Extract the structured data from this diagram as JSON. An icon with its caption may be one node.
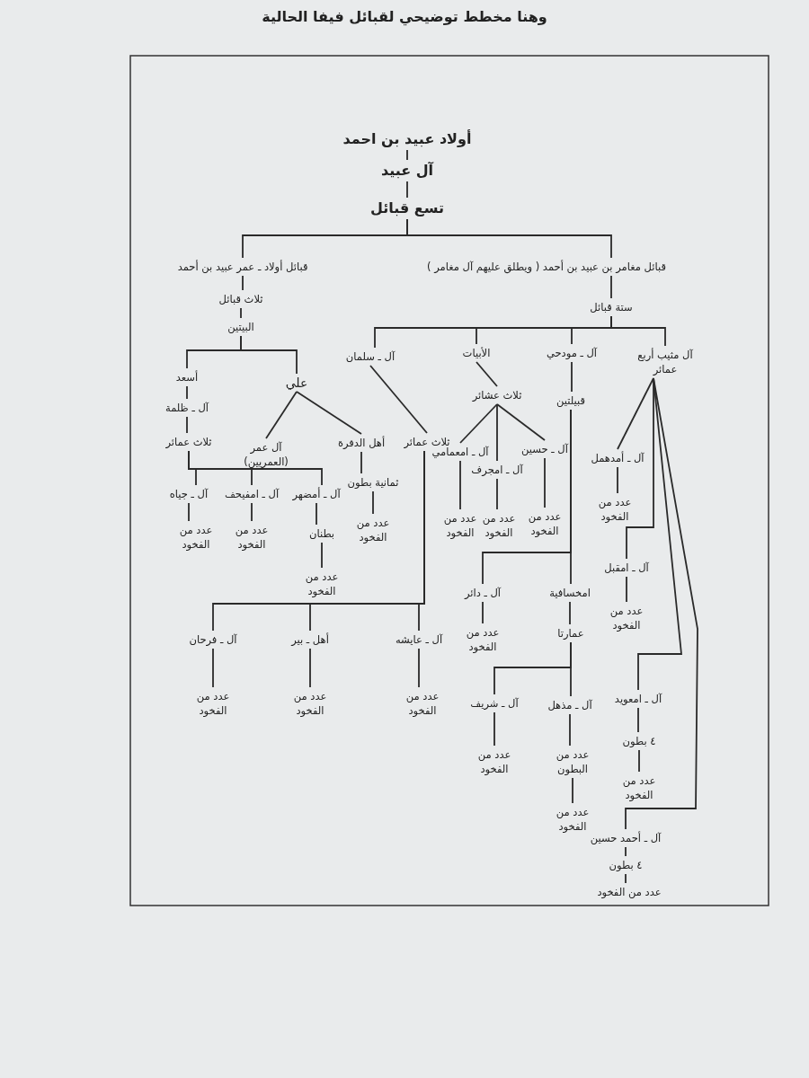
{
  "diagram": {
    "title": "وهنا مخطط توضيحي لقبائل فيفا الحالية",
    "nodes": [
      {
        "text": [
          "أولاد عبيد بن احمد"
        ]
      },
      {
        "text": [
          "آل عبيد"
        ]
      },
      {
        "text": [
          "تسع قبائل"
        ]
      },
      {
        "text": [
          "قبائل أولاد ـ عمر عبيد بن أحمد"
        ]
      },
      {
        "text": [
          "قبائل مغامر بن عبيد بن أحمد ( ويطلق عليهم آل مغامر )"
        ]
      },
      {
        "text": [
          "ثلاث قبائل"
        ]
      },
      {
        "text": [
          "البيتين"
        ]
      },
      {
        "text": [
          "ستة قبائل"
        ]
      },
      {
        "text": [
          "آل ـ سلمان"
        ]
      },
      {
        "text": [
          "الأبيات"
        ]
      },
      {
        "text": [
          "آل ـ مودحي"
        ]
      },
      {
        "text": [
          "آل مثيب أربع عمائر"
        ]
      },
      {
        "text": [
          "أسعد"
        ]
      },
      {
        "text": [
          "علي"
        ]
      },
      {
        "text": [
          "ثلاث عشائر"
        ]
      },
      {
        "text": [
          "قبيلتين"
        ]
      },
      {
        "text": [
          "آل ـ ظلمة"
        ]
      },
      {
        "text": [
          "ثلاث عمائر"
        ]
      },
      {
        "text": [
          "آل عمر (العمريين)"
        ]
      },
      {
        "text": [
          "أهل الدفرة"
        ]
      },
      {
        "text": [
          "ثلاث عمائر"
        ]
      },
      {
        "text": [
          "آل ـ حسين"
        ]
      },
      {
        "text": [
          "آل ـ امعمامي"
        ]
      },
      {
        "text": [
          "آل ـ امجرف"
        ]
      },
      {
        "text": [
          "آل ـ أمدهمل"
        ]
      },
      {
        "text": [
          "آل ـ جياه"
        ]
      },
      {
        "text": [
          "آل ـ امفيحف"
        ]
      },
      {
        "text": [
          "آل ـ أمضهر"
        ]
      },
      {
        "text": [
          "ثمانية بطون"
        ]
      },
      {
        "text": [
          "بطنان"
        ]
      },
      {
        "text": [
          "عدد من الفخود"
        ]
      },
      {
        "text": [
          "عدد من الفخود"
        ]
      },
      {
        "text": [
          "عدد من الفخود"
        ]
      },
      {
        "text": [
          "عدد من الفخود"
        ]
      },
      {
        "text": [
          "عدد من الفخود"
        ]
      },
      {
        "text": [
          "عدد من الفخود"
        ]
      },
      {
        "text": [
          "عدد من الفخود"
        ]
      },
      {
        "text": [
          "عدد من الفخود"
        ]
      },
      {
        "text": [
          "آل ـ دائر"
        ]
      },
      {
        "text": [
          "امخسافية"
        ]
      },
      {
        "text": [
          "آل ـ امقبل"
        ]
      },
      {
        "text": [
          "عدد من الفخود"
        ]
      },
      {
        "text": [
          "عدد من الفخود"
        ]
      },
      {
        "text": [
          "عمارتا"
        ]
      },
      {
        "text": [
          "آل ـ فرحان"
        ]
      },
      {
        "text": [
          "أهل ـ بير"
        ]
      },
      {
        "text": [
          "آل ـ عايشه"
        ]
      },
      {
        "text": [
          "عدد من الفخود"
        ]
      },
      {
        "text": [
          "عدد من الفخود"
        ]
      },
      {
        "text": [
          "عدد من الفخود"
        ]
      },
      {
        "text": [
          "آل ـ امعويد"
        ]
      },
      {
        "text": [
          "آل ـ شريف"
        ]
      },
      {
        "text": [
          "آل ـ مذهل"
        ]
      },
      {
        "text": [
          "٤ بطون"
        ]
      },
      {
        "text": [
          "عدد من الفخود"
        ]
      },
      {
        "text": [
          "عدد من البطون"
        ]
      },
      {
        "text": [
          "عدد من الفخود"
        ]
      },
      {
        "text": [
          "عدد من الفخود"
        ]
      },
      {
        "text": [
          "آل ـ أحمد حسين"
        ]
      },
      {
        "text": [
          "٤ بطون"
        ]
      },
      {
        "text": [
          "عدد من الفخود"
        ]
      }
    ],
    "edges": [
      {
        "from": 0,
        "to": 1,
        "arrow": "none"
      },
      {
        "from": 1,
        "to": 2,
        "arrow": "none"
      },
      {
        "from": 2,
        "to": 3,
        "arrow": "none"
      },
      {
        "from": 2,
        "to": 4,
        "arrow": "none"
      },
      {
        "from": 3,
        "to": 5,
        "arrow": "none"
      },
      {
        "from": 5,
        "to": 6,
        "arrow": "none"
      },
      {
        "from": 4,
        "to": 7,
        "arrow": "none"
      },
      {
        "from": 7,
        "to": 8,
        "arrow": "none"
      },
      {
        "from": 7,
        "to": 9,
        "arrow": "none"
      },
      {
        "from": 7,
        "to": 10,
        "arrow": "none"
      },
      {
        "from": 7,
        "to": 11,
        "arrow": "none"
      },
      {
        "from": 6,
        "to": 12,
        "arrow": "none"
      },
      {
        "from": 6,
        "to": 13,
        "arrow": "none"
      },
      {
        "from": 12,
        "to": 16,
        "arrow": "none"
      },
      {
        "from": 16,
        "to": 17,
        "arrow": "none"
      },
      {
        "from": 13,
        "to": 18,
        "arrow": "none"
      },
      {
        "from": 13,
        "to": 19,
        "arrow": "none"
      },
      {
        "from": 8,
        "to": 20,
        "arrow": "none"
      },
      {
        "from": 9,
        "to": 14,
        "arrow": "none"
      },
      {
        "from": 10,
        "to": 15,
        "arrow": "none"
      },
      {
        "from": 11,
        "to": 24,
        "arrow": "none"
      },
      {
        "from": 11,
        "to": 40,
        "arrow": "none"
      },
      {
        "from": 11,
        "to": 50,
        "arrow": "none"
      },
      {
        "from": 11,
        "to": 58,
        "arrow": "none"
      },
      {
        "from": 14,
        "to": 22,
        "arrow": "none"
      },
      {
        "from": 14,
        "to": 23,
        "arrow": "none"
      },
      {
        "from": 14,
        "to": 21,
        "arrow": "none"
      },
      {
        "from": 17,
        "to": 25,
        "arrow": "none"
      },
      {
        "from": 17,
        "to": 26,
        "arrow": "none"
      },
      {
        "from": 17,
        "to": 27,
        "arrow": "none"
      },
      {
        "from": 19,
        "to": 28,
        "arrow": "none"
      },
      {
        "from": 28,
        "to": 32,
        "arrow": "none"
      },
      {
        "from": 27,
        "to": 29,
        "arrow": "none"
      },
      {
        "from": 29,
        "to": 37,
        "arrow": "none"
      },
      {
        "from": 25,
        "to": 30,
        "arrow": "none"
      },
      {
        "from": 26,
        "to": 31,
        "arrow": "none"
      },
      {
        "from": 22,
        "to": 33,
        "arrow": "none"
      },
      {
        "from": 23,
        "to": 34,
        "arrow": "none"
      },
      {
        "from": 21,
        "to": 35,
        "arrow": "none"
      },
      {
        "from": 24,
        "to": 36,
        "arrow": "none"
      },
      {
        "from": 15,
        "to": 38,
        "arrow": "none"
      },
      {
        "from": 15,
        "to": 39,
        "arrow": "none"
      },
      {
        "from": 38,
        "to": 41,
        "arrow": "none"
      },
      {
        "from": 39,
        "to": 43,
        "arrow": "none"
      },
      {
        "from": 40,
        "to": 42,
        "arrow": "none"
      },
      {
        "from": 20,
        "to": 44,
        "arrow": "none"
      },
      {
        "from": 20,
        "to": 45,
        "arrow": "none"
      },
      {
        "from": 20,
        "to": 46,
        "arrow": "none"
      },
      {
        "from": 44,
        "to": 47,
        "arrow": "none"
      },
      {
        "from": 45,
        "to": 48,
        "arrow": "none"
      },
      {
        "from": 46,
        "to": 49,
        "arrow": "none"
      },
      {
        "from": 43,
        "to": 51,
        "arrow": "none"
      },
      {
        "from": 43,
        "to": 52,
        "arrow": "none"
      },
      {
        "from": 51,
        "to": 54,
        "arrow": "none"
      },
      {
        "from": 52,
        "to": 55,
        "arrow": "none"
      },
      {
        "from": 55,
        "to": 57,
        "arrow": "none"
      },
      {
        "from": 50,
        "to": 53,
        "arrow": "none"
      },
      {
        "from": 53,
        "to": 56,
        "arrow": "none"
      },
      {
        "from": 58,
        "to": 59,
        "arrow": "none"
      },
      {
        "from": 59,
        "to": 60,
        "arrow": "none"
      }
    ]
  }
}
